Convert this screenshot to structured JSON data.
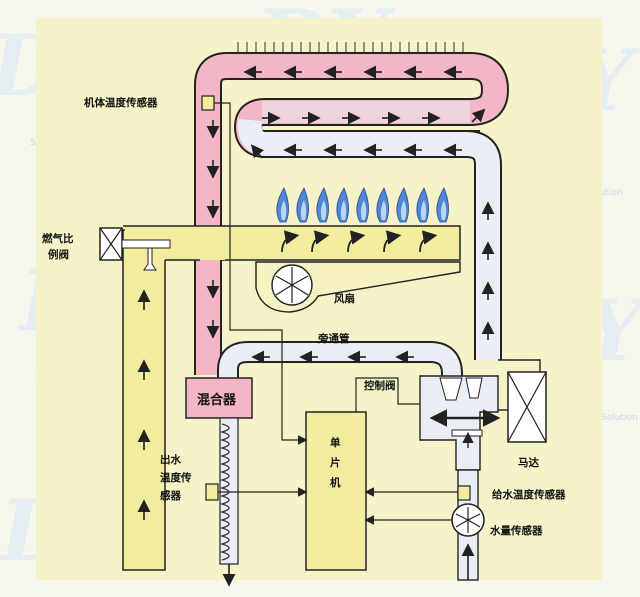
{
  "labels": {
    "body_temp_sensor": "机体温度传感器",
    "gas_valve": [
      "燃气比",
      "例阀"
    ],
    "fan": "风扇",
    "bypass": "旁通管",
    "control_valve": "控制阀",
    "mixer": "混合器",
    "mcu": [
      "单",
      "片",
      "机"
    ],
    "motor": "马达",
    "outlet_sensor": [
      "出水",
      "温度传",
      "感器"
    ],
    "inlet_sensor": "给水温度传感器",
    "flow_sensor": "水量传感器"
  },
  "watermark": {
    "logo": "DY",
    "slogan": "Service & Solution"
  },
  "colors": {
    "background": "#f7f7ee",
    "panel": "#f6f2c2",
    "pipe_hot": "#f3b6c6",
    "pipe_cold": "#e9eef5",
    "burner_box": "#f2ed9e",
    "flame": "#4f86d4",
    "outline": "#222222"
  }
}
